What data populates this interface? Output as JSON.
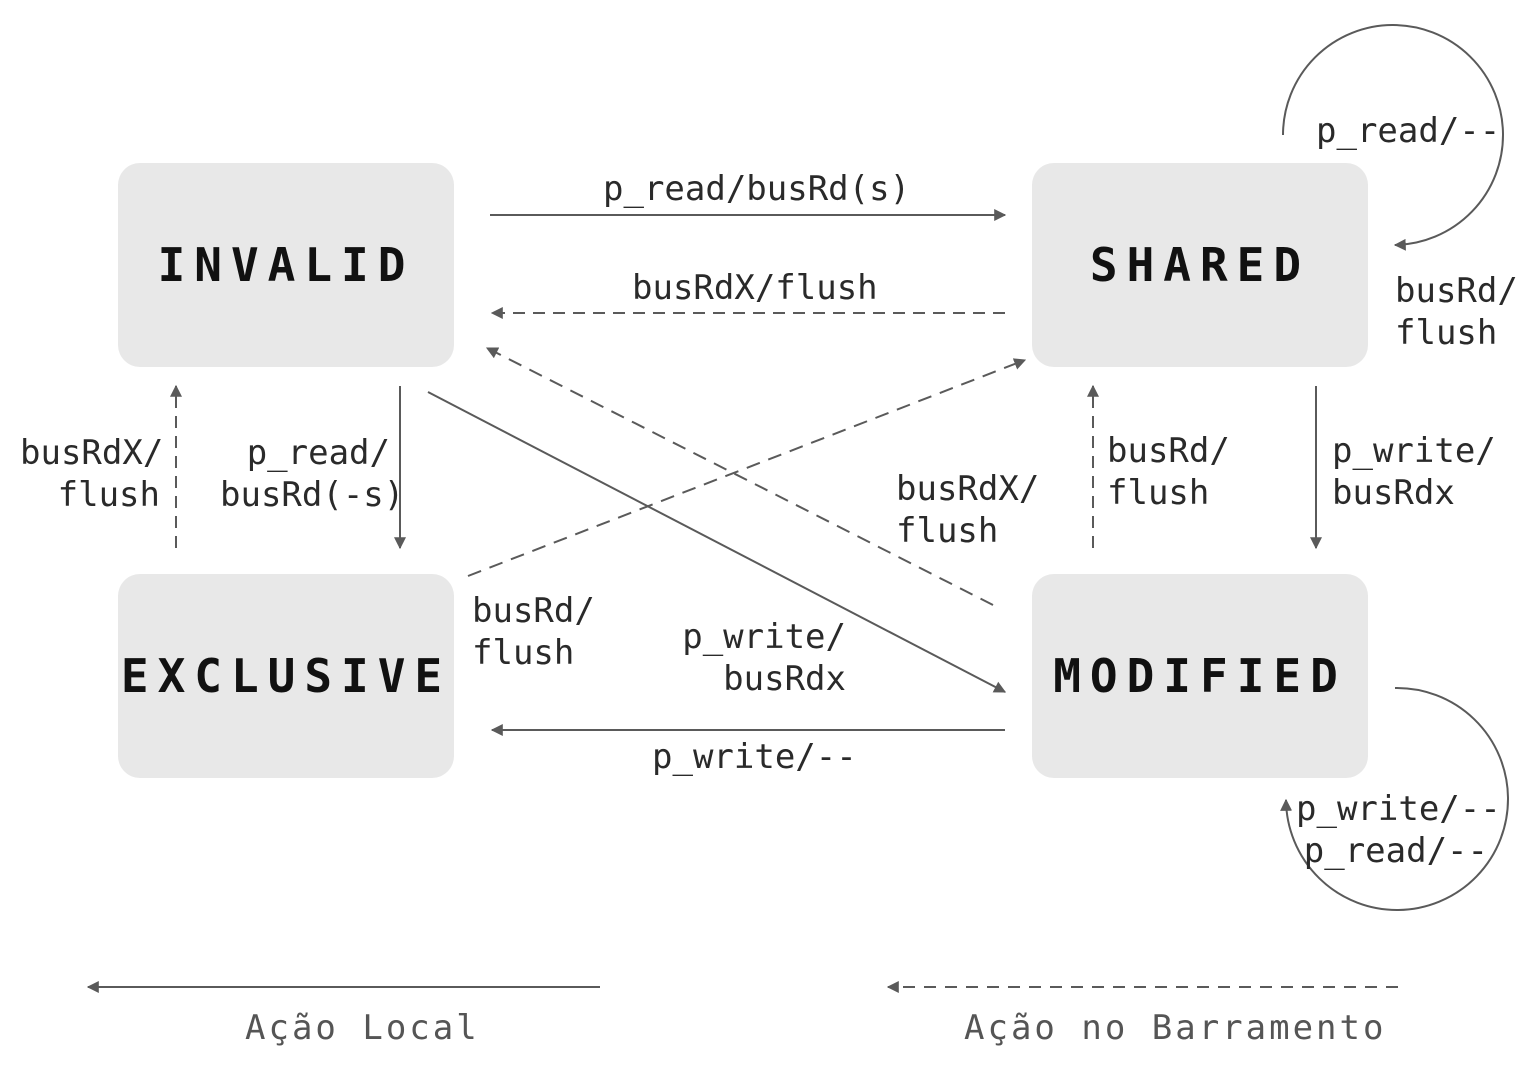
{
  "states": {
    "invalid": "INVALID",
    "shared": "SHARED",
    "exclusive": "EXCLUSIVE",
    "modified": "MODIFIED"
  },
  "transitions": {
    "invalid_to_shared": "p_read/busRd(s)",
    "shared_to_invalid": "busRdX/flush",
    "shared_self_top": "p_read/--",
    "shared_self_bottom": [
      "busRd/",
      "flush"
    ],
    "exclusive_to_invalid": [
      "busRdX/",
      "flush"
    ],
    "invalid_to_exclusive": [
      "p_read/",
      "busRd(-s)"
    ],
    "modified_to_invalid": [
      "busRdX/",
      "flush"
    ],
    "exclusive_to_shared": [
      "busRd/",
      "flush"
    ],
    "invalid_to_modified": [
      "p_write/",
      "busRdx"
    ],
    "modified_to_shared": [
      "busRd/",
      "flush"
    ],
    "shared_to_modified": [
      "p_write/",
      "busRdx"
    ],
    "modified_to_exclusive": "p_write/--",
    "modified_self": [
      "p_write/--",
      "p_read/--"
    ]
  },
  "legend": {
    "local": "Ação Local",
    "bus": "Ação no Barramento"
  },
  "colors": {
    "state_fill": "#e8e8e8",
    "edge": "#5a5a5a"
  }
}
